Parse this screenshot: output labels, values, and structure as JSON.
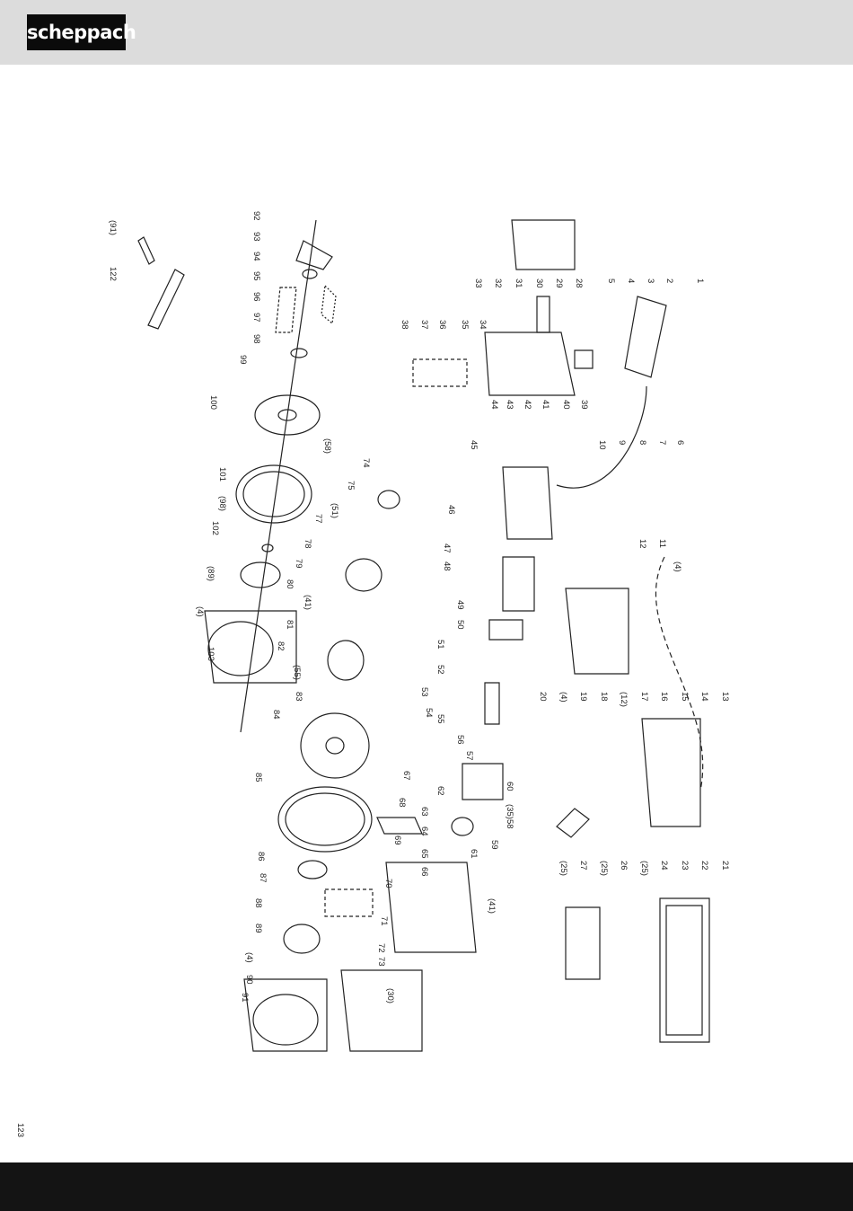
{
  "header": {
    "brand": "scheppach",
    "background": "#dcdcdc"
  },
  "footer": {
    "background": "#141414"
  },
  "diagram": {
    "labels": [
      "1",
      "2",
      "3",
      "4",
      "5",
      "6",
      "7",
      "8",
      "9",
      "10",
      "11",
      "12",
      "(4)",
      "13",
      "14",
      "15",
      "16",
      "17",
      "(12)",
      "18",
      "19",
      "(4)",
      "20",
      "21",
      "22",
      "23",
      "24",
      "(25)",
      "26",
      "(25)",
      "27",
      "(25)",
      "28",
      "29",
      "30",
      "31",
      "32",
      "33",
      "34",
      "35",
      "36",
      "37",
      "38",
      "39",
      "40",
      "41",
      "42",
      "43",
      "44",
      "45",
      "46",
      "47",
      "48",
      "49",
      "50",
      "51",
      "52",
      "53",
      "54",
      "55",
      "56",
      "57",
      "(35)",
      "58",
      "59",
      "60",
      "61",
      "62",
      "63",
      "64",
      "65",
      "66",
      "67",
      "68",
      "69",
      "70",
      "71",
      "72",
      "73",
      "(41)",
      "(30)",
      "74",
      "75",
      "(51)",
      "77",
      "(58)",
      "78",
      "79",
      "80",
      "(41)",
      "81",
      "82",
      "(55)",
      "83",
      "84",
      "85",
      "86",
      "87",
      "88",
      "89",
      "(4)",
      "90",
      "91",
      "92",
      "93",
      "94",
      "95",
      "96",
      "97",
      "98",
      "99",
      "100",
      "101",
      "(98)",
      "102",
      "(89)",
      "(4)",
      "103",
      "(91)",
      "122",
      "123"
    ]
  }
}
